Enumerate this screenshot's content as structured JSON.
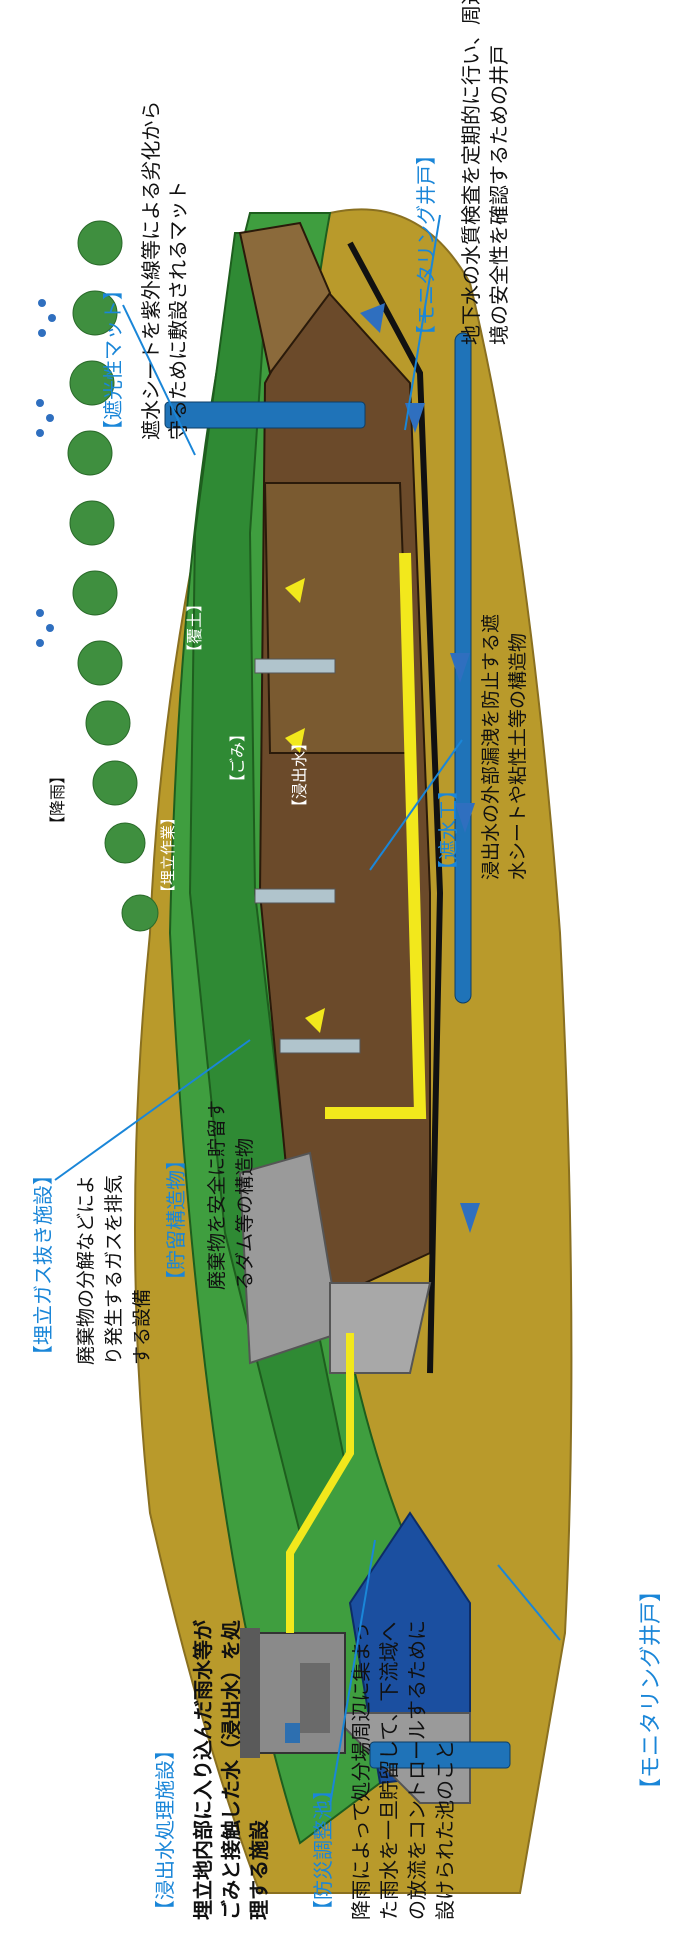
{
  "labels": {
    "rain": "【降雨】",
    "light_mat": "【遮光性マット】",
    "light_mat_desc_1": "遮水シートを紫外線等による劣化から",
    "light_mat_desc_2": "守るために敷設されるマット",
    "monitoring_top": "【モニタリング井戸】",
    "monitoring_top_desc_1": "地下水の水質検査を定期的に行い、周辺環",
    "monitoring_top_desc_2": "境の安全性を確認するための井戸",
    "cover_soil": "【覆土】",
    "garbage": "【ごみ】",
    "leachate": "【浸出水】",
    "landfill_work": "【埋立作業】",
    "barrier": "【遮水工】",
    "barrier_desc_1": "浸出水の外部漏洩を防止する遮",
    "barrier_desc_2": "水シートや粘性土等の構造物",
    "gas": "【埋立ガス抜き施設】",
    "gas_desc_1": "廃棄物の分解などによ",
    "gas_desc_2": "り発生するガスを排気",
    "gas_desc_3": "する設備",
    "storage": "【貯留構造物】",
    "storage_desc_1": "廃棄物を安全に貯留す",
    "storage_desc_2": "るダム等の構造物",
    "leachate_treatment": "【浸出水処理施設】",
    "leachate_treatment_desc_1": "埋立地内部に入り込んだ雨水等が",
    "leachate_treatment_desc_2": "ごみと接触した水（浸出水）を処",
    "leachate_treatment_desc_3": "理する施設",
    "disaster_pond": "【防災調整池】",
    "disaster_pond_desc_1": "降雨によって処分場周辺に集まっ",
    "disaster_pond_desc_2": "た雨水を一旦貯留して、下流域へ",
    "disaster_pond_desc_3": "の放流をコントロールするために",
    "disaster_pond_desc_4": "設けられた池のこと",
    "monitoring_bottom": "【モニタリング井戸】"
  },
  "colors": {
    "accent_blue": "#1a86d8",
    "ground": "#b99a2b",
    "green_slope": "#3f9e3f",
    "waste_brown": "#6b4a2a",
    "leachate_yellow": "#f2e81c",
    "pipe_blue": "#1f73b8",
    "text": "#111111"
  }
}
